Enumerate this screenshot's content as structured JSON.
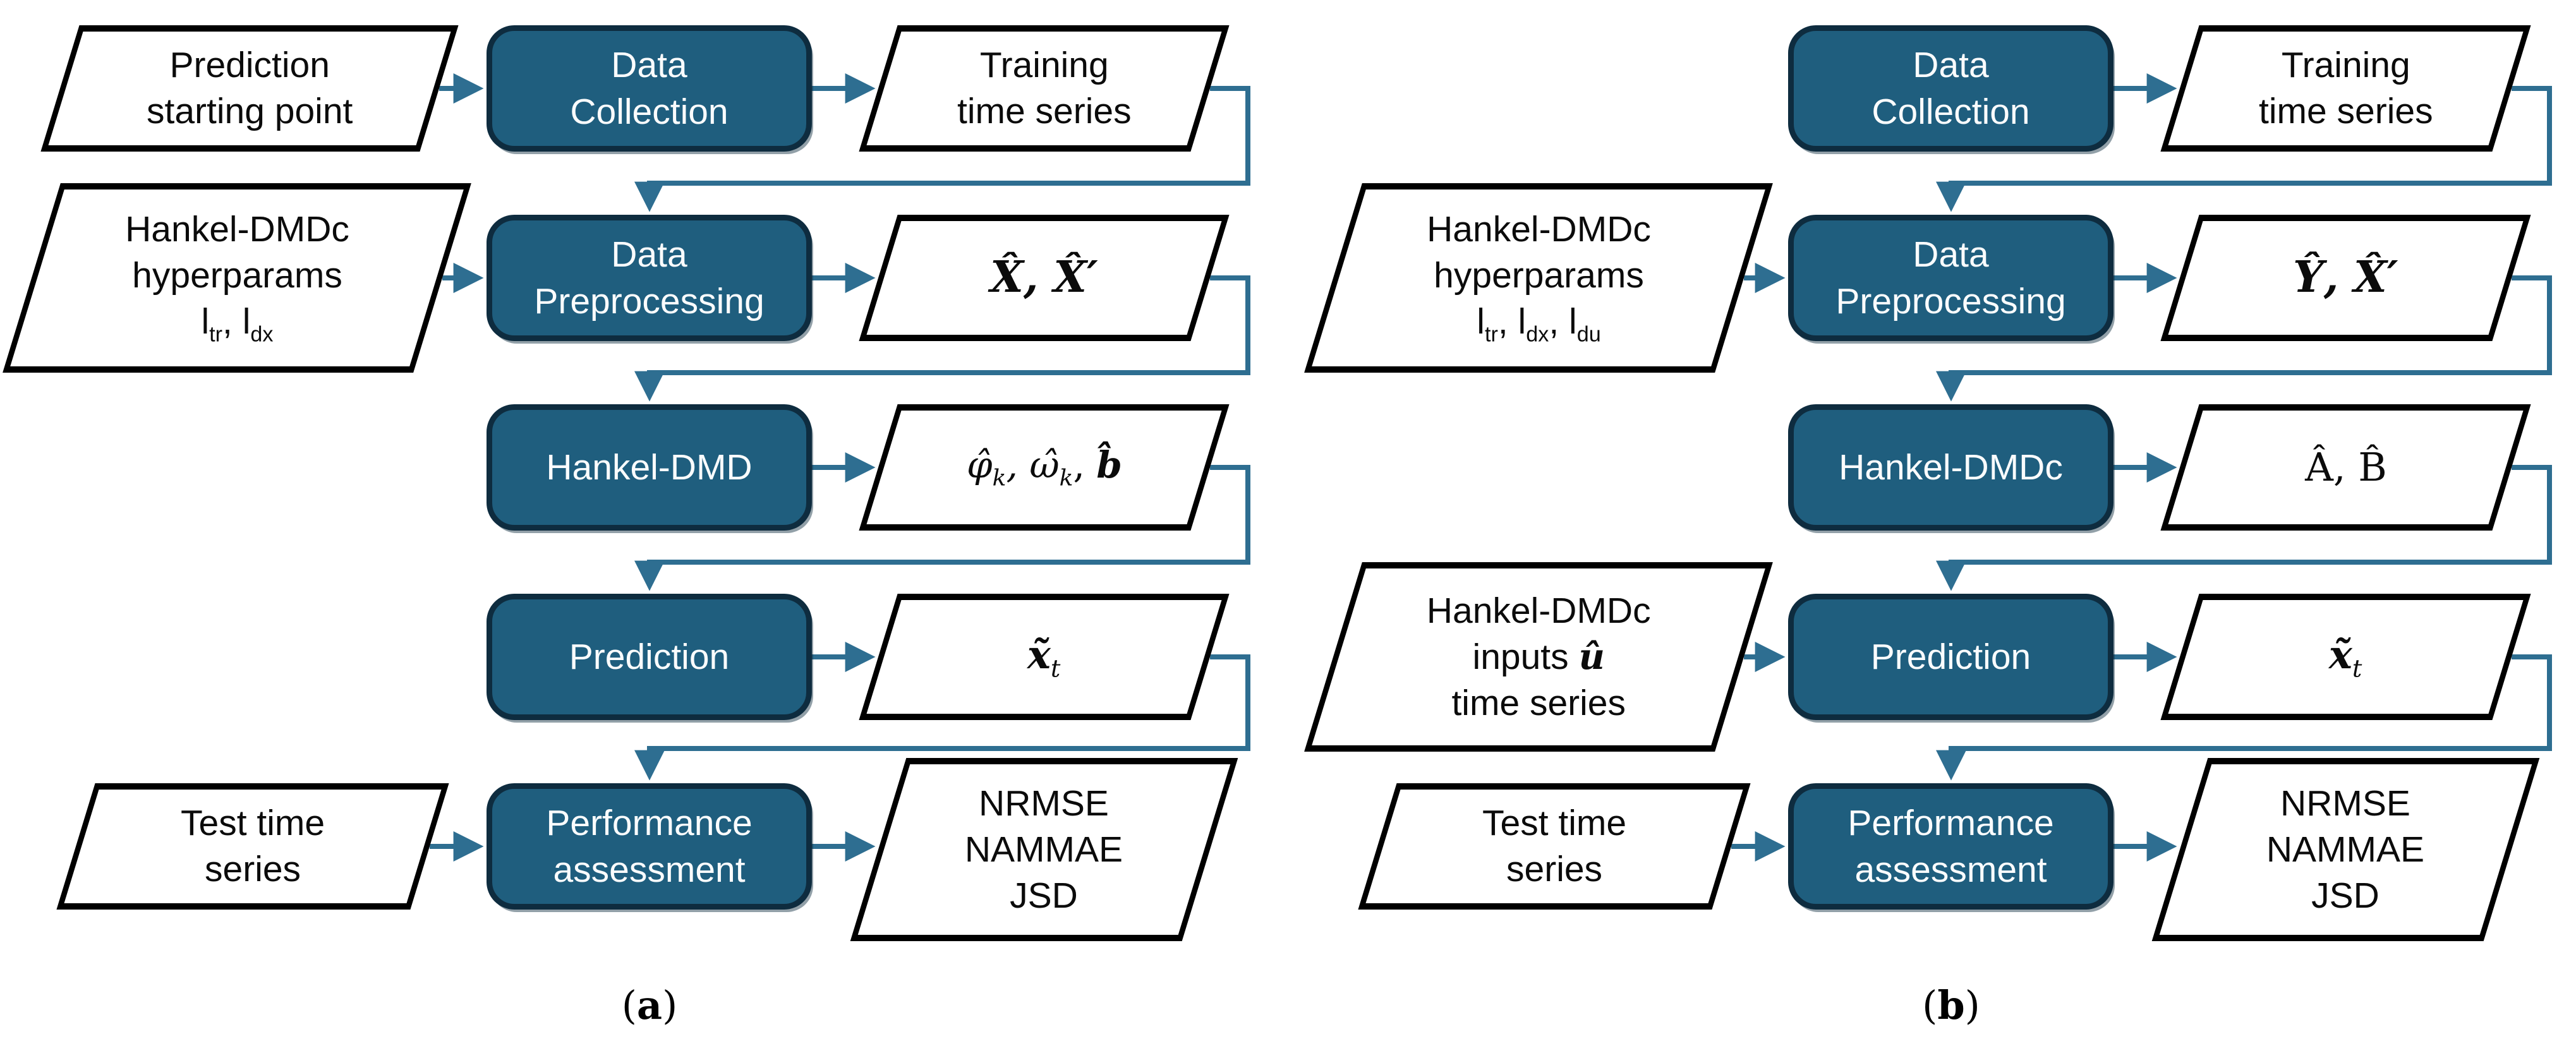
{
  "figure": {
    "colors": {
      "process_fill": "#1f5e7e",
      "process_border": "#0e2c3f",
      "connector": "#2e6e91",
      "shape_border": "#000000",
      "shape_fill": "#ffffff"
    }
  },
  "a": {
    "r1_input_l1": "Prediction",
    "r1_input_l2": "starting point",
    "r1_box_l1": "Data",
    "r1_box_l2": "Collection",
    "r1_out_l1": "Training",
    "r1_out_l2": "time series",
    "r2_input_l1": "Hankel-DMDc",
    "r2_input_l2": "hyperparams",
    "r2_input_p1": "l",
    "r2_input_s1": "tr",
    "r2_input_c1": ", ",
    "r2_input_p2": "l",
    "r2_input_s2": "dx",
    "r2_box_l1": "Data",
    "r2_box_l2": "Preprocessing",
    "r2_out": "X̂, X̂′",
    "r3_box": "Hankel-DMD",
    "r3_out_p1": "φ̂",
    "r3_out_s1": "k",
    "r3_out_p2": ", ω̂",
    "r3_out_s2": "k",
    "r3_out_p3": ", ",
    "r3_out_p4": "b̂",
    "r4_box": "Prediction",
    "r4_out_p1": "x̃",
    "r4_out_s1": "t",
    "r5_input_l1": "Test time",
    "r5_input_l2": "series",
    "r5_box_l1": "Performance",
    "r5_box_l2": "assessment",
    "r5_out_l1": "NRMSE",
    "r5_out_l2": "NAMMAE",
    "r5_out_l3": "JSD",
    "cap_open": "(",
    "cap_letter": "a",
    "cap_close": ")"
  },
  "b": {
    "r1_box_l1": "Data",
    "r1_box_l2": "Collection",
    "r1_out_l1": "Training",
    "r1_out_l2": "time series",
    "r2_input_l1": "Hankel-DMDc",
    "r2_input_l2": "hyperparams",
    "r2_input_p1": "l",
    "r2_input_s1": "tr",
    "r2_input_c1": ", ",
    "r2_input_p2": "l",
    "r2_input_s2": "dx",
    "r2_input_c2": ", ",
    "r2_input_p3": "l",
    "r2_input_s3": "du",
    "r2_box_l1": "Data",
    "r2_box_l2": "Preprocessing",
    "r2_out": "Ŷ, X̂′",
    "r3_box": "Hankel-DMDc",
    "r3_out": "Â, B̂",
    "r4_input_l1": "Hankel-DMDc",
    "r4_input_l2a": "inputs ",
    "r4_input_l2b": "û",
    "r4_input_l3": "time series",
    "r4_box": "Prediction",
    "r4_out_p1": "x̃",
    "r4_out_s1": "t",
    "r5_input_l1": "Test time",
    "r5_input_l2": "series",
    "r5_box_l1": "Performance",
    "r5_box_l2": "assessment",
    "r5_out_l1": "NRMSE",
    "r5_out_l2": "NAMMAE",
    "r5_out_l3": "JSD",
    "cap_open": "(",
    "cap_letter": "b",
    "cap_close": ")"
  }
}
